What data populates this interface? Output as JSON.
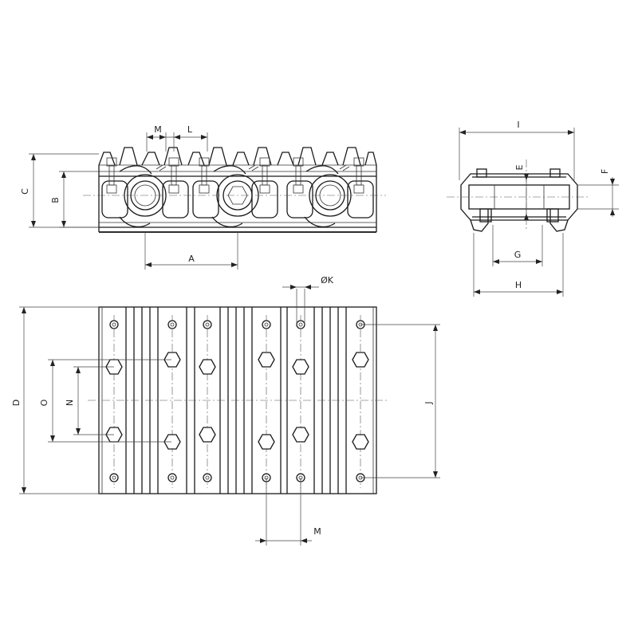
{
  "drawing": {
    "labels": {
      "A": "A",
      "B": "B",
      "C": "C",
      "D": "D",
      "E": "E",
      "F": "F",
      "G": "G",
      "H": "H",
      "I": "I",
      "J": "J",
      "K": "ØK",
      "L": "L",
      "M": "M",
      "N": "N",
      "O": "O"
    },
    "colors": {
      "line": "#1a1a1a",
      "background": "#ffffff"
    }
  }
}
